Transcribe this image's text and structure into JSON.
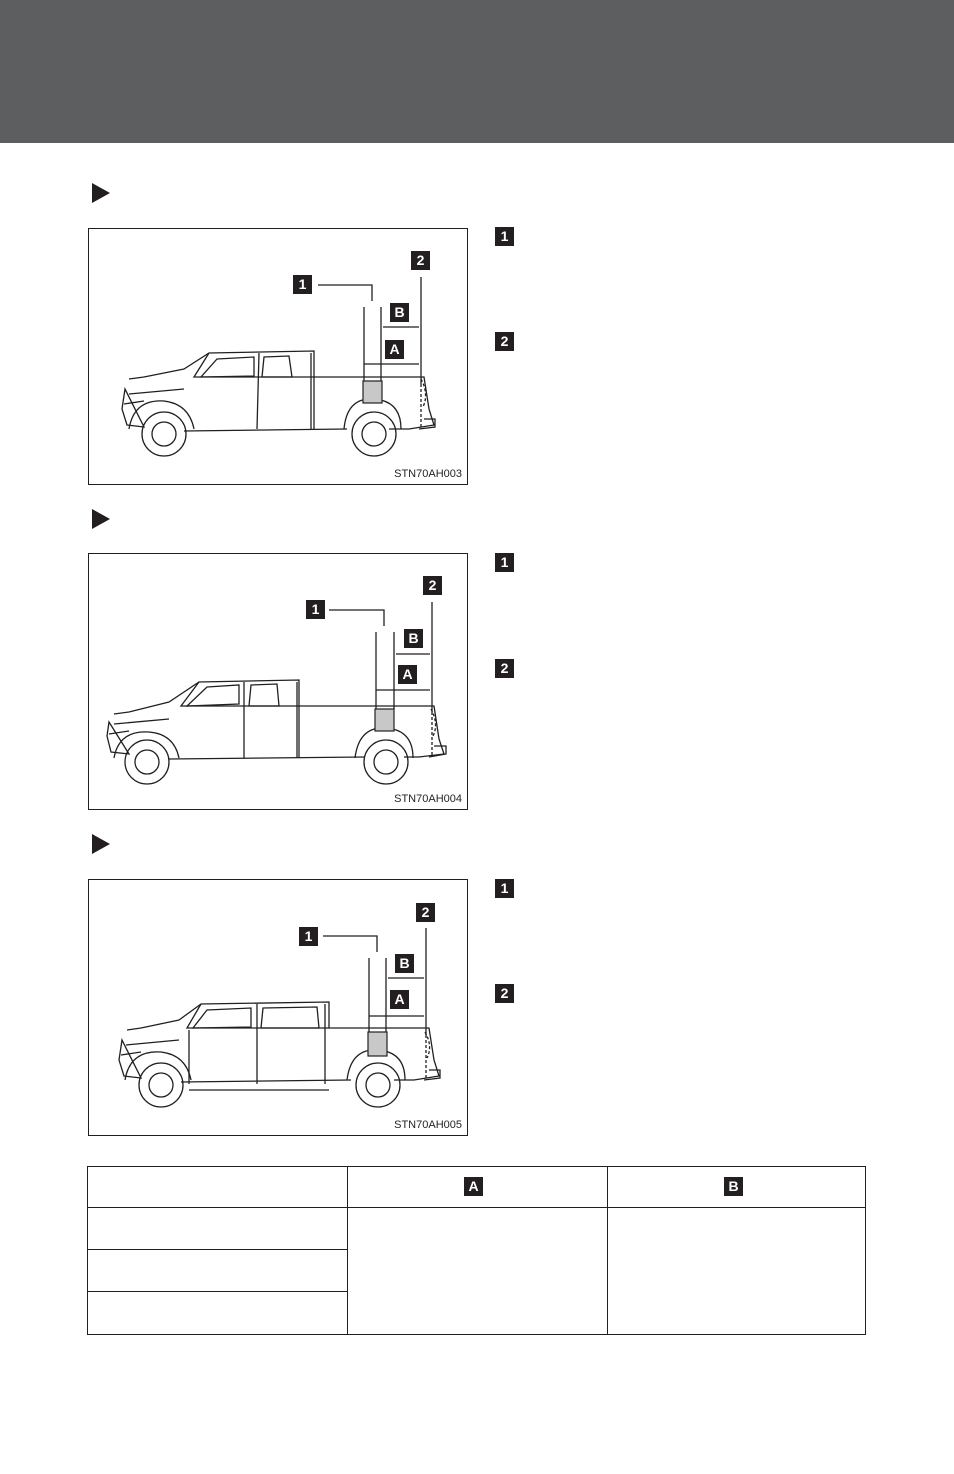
{
  "figures": [
    {
      "code": "STN70AH003",
      "callout_1": "1",
      "callout_2": "2",
      "dim_a": "A",
      "dim_b": "B"
    },
    {
      "code": "STN70AH004",
      "callout_1": "1",
      "callout_2": "2",
      "dim_a": "A",
      "dim_b": "B"
    },
    {
      "code": "STN70AH005",
      "callout_1": "1",
      "callout_2": "2",
      "dim_a": "A",
      "dim_b": "B"
    }
  ],
  "side_callouts": [
    {
      "one": "1",
      "two": "2"
    },
    {
      "one": "1",
      "two": "2"
    },
    {
      "one": "1",
      "two": "2"
    }
  ],
  "table": {
    "header_a": "A",
    "header_b": "B"
  }
}
